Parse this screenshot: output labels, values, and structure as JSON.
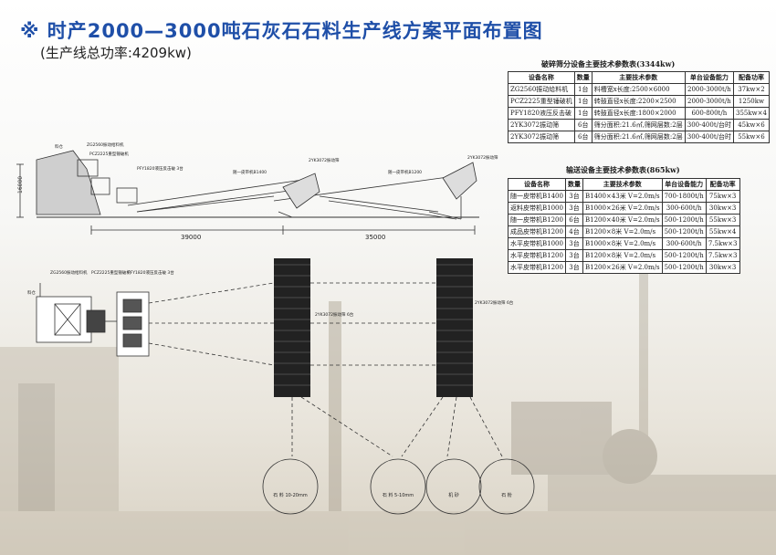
{
  "header": {
    "title": "※ 时产2000—3000吨石灰石石料生产线方案平面布置图",
    "subtitle": "(生产线总功率:4209kw)"
  },
  "crushing_table": {
    "title": "破碎筛分设备主要技术参数表(3344kw)",
    "headers": [
      "设备名称",
      "数量",
      "主要技术参数",
      "单台设备能力",
      "配备功率"
    ],
    "rows": [
      [
        "ZG2560振动给料机",
        "1台",
        "料槽宽x长度:2500×6000",
        "2000-3000t/h",
        "37kw×2"
      ],
      [
        "PCZ2225重型锤破机",
        "1台",
        "转鼓直径x长度:2200×2500",
        "2000-3000t/h",
        "1250kw"
      ],
      [
        "PFY1820液压反击破",
        "1台",
        "转鼓直径x长度:1800×2000",
        "600-800t/h",
        "355kw×4"
      ],
      [
        "2YK3072振动筛",
        "6台",
        "筛分面积:21.6㎡,筛网层数:2层",
        "300-400t/台时",
        "45kw×6"
      ],
      [
        "2YK3072振动筛",
        "6台",
        "筛分面积:21.6㎡,筛网层数:2层",
        "300-400t/台时",
        "55kw×6"
      ]
    ]
  },
  "conveyor_table": {
    "title": "输送设备主要技术参数表(865kw)",
    "headers": [
      "设备名称",
      "数量",
      "主要技术参数",
      "单台设备能力",
      "配备功率"
    ],
    "rows": [
      [
        "随一皮带机B1400",
        "3台",
        "B1400×43米  V=2.0m/s",
        "700-1800t/h",
        "75kw×3"
      ],
      [
        "返料皮带机B1000",
        "3台",
        "B1000×26米  V=2.0m/s",
        "300-600t/h",
        "30kw×3"
      ],
      [
        "随一皮带机B1200",
        "6台",
        "B1200×40米  V=2.0m/s",
        "500-1200t/h",
        "55kw×3"
      ],
      [
        "成品皮带机B1200",
        "4台",
        "B1200×8米  V=2.0m/s",
        "500-1200t/h",
        "55kw×4"
      ],
      [
        "水平皮带机B1000",
        "3台",
        "B1000×8米  V=2.0m/s",
        "300-600t/h",
        "7.5kw×3"
      ],
      [
        "水平皮带机B1200",
        "3台",
        "B1200×8米  V=2.0m/s",
        "500-1200t/h",
        "7.5kw×3"
      ],
      [
        "水平皮带机B1200",
        "3台",
        "B1200×26米  V=2.0m/s",
        "500-1200t/h",
        "30kw×3"
      ]
    ]
  },
  "elevation": {
    "height_label": "16000",
    "dim_left": "39000",
    "dim_right": "35000",
    "labels": [
      "料仓",
      "ZG2560振动给料机",
      "PCZ2225重型锤破机",
      "PFY1820液压反击破 3台",
      "随一皮带机B1400",
      "2YK3072振动筛",
      "随一皮带机B1200",
      "2YK3072振动筛"
    ]
  },
  "plan": {
    "labels": [
      "ZG2560振动给料机",
      "PCZ2225重型锤破机",
      "PFY1820液压反击破 3台",
      "料仓",
      "2YK3072振动筛 6台",
      "2YK3072振动筛 6台"
    ],
    "piles": [
      "石 料 10-20mm",
      "石 料 5-10mm",
      "机 砂",
      "石 粉"
    ]
  }
}
